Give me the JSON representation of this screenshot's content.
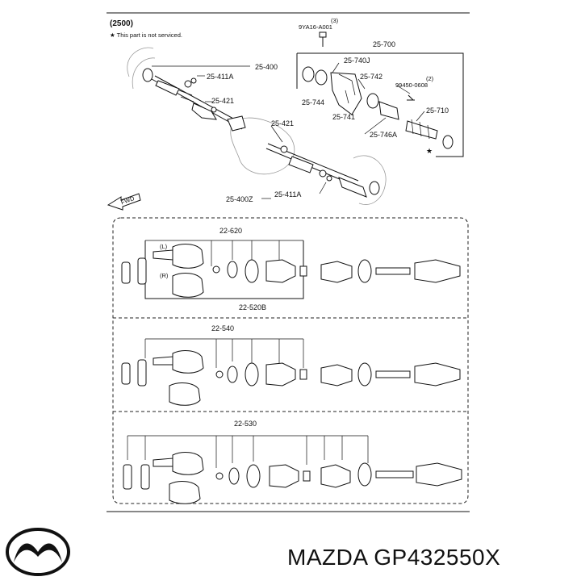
{
  "diagram": {
    "group": "(2500)",
    "note": "★ This part is not serviced.",
    "labels": {
      "bolt": "9YA16-A001",
      "bolt_qty": "(3)",
      "l_25700": "25-700",
      "l_25740j": "25-740J",
      "l_25742": "25-742",
      "l_99450": "99450-0608",
      "l_99450_qty": "(2)",
      "l_25744": "25-744",
      "l_25741": "25-741",
      "l_25710": "25-710",
      "l_25746a": "25-746A",
      "l_25400": "25-400",
      "l_25411a_top": "25-411A",
      "l_25421_a": "25-421",
      "l_25421_b": "25-421",
      "l_25400z": "25-400Z",
      "l_25411a_bot": "25-411A",
      "fwd": "FWD",
      "l_22620": "22-620",
      "l_left": "(L)",
      "l_right": "(R)",
      "l_22520b": "22-520B",
      "l_22540": "22-540",
      "l_22530": "22-530"
    }
  },
  "brand": {
    "logo": "mazda-logo",
    "text": "MAZDA GP432550X"
  }
}
